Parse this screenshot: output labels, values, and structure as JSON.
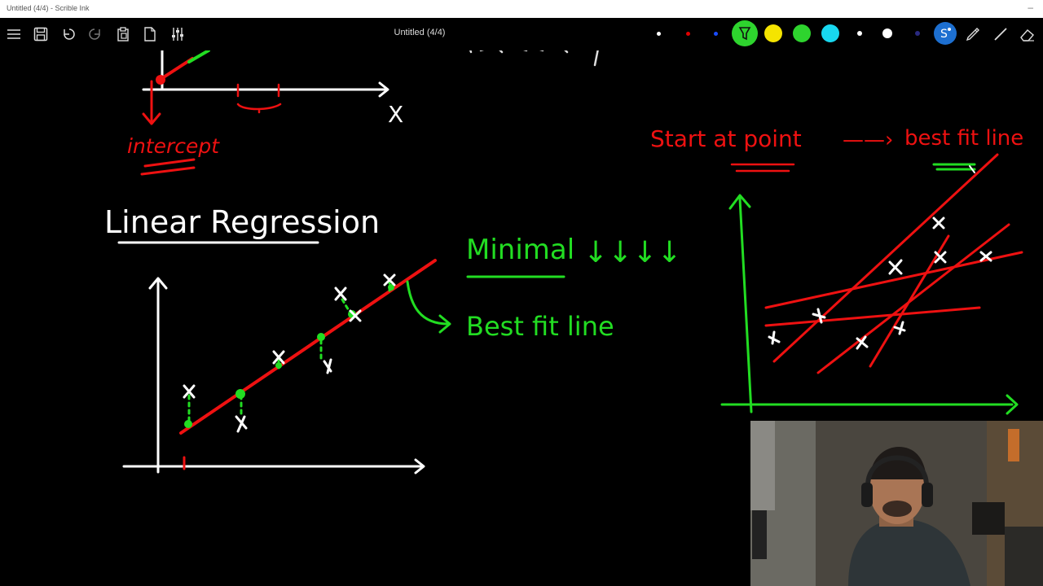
{
  "window": {
    "title": "Untitled (4/4) - Scrible Ink",
    "minimize_glyph": "–"
  },
  "toolbar": {
    "document_title": "Untitled (4/4)",
    "tools": [
      "menu-icon",
      "save-icon",
      "undo-icon",
      "redo-icon",
      "paste-icon",
      "page-icon",
      "sliders-icon"
    ],
    "pen_colors": [
      "#ffffff",
      "#e00000",
      "#1a4cff",
      "#2ed42e",
      "#f5e400",
      "#2ed42e",
      "#18d8f0",
      "#ffffff",
      "#ffffff",
      "#2a2a80"
    ],
    "active_tool": "green-highlighter"
  },
  "annotations": {
    "x_axis_label": "X",
    "intercept_label": "intercept",
    "linear_regression_title": "Linear Regression",
    "minimal_label": "Minimal",
    "minimal_arrows": "↓↓↓↓",
    "best_fit_label": "Best fit line",
    "start_point_label": "Start at point",
    "best_fit_line_label": "best fit line",
    "arrow": "——›"
  },
  "colors": {
    "ink_white": "#ffffff",
    "ink_red": "#ee1111",
    "ink_green": "#22dd22",
    "background": "#000000"
  }
}
